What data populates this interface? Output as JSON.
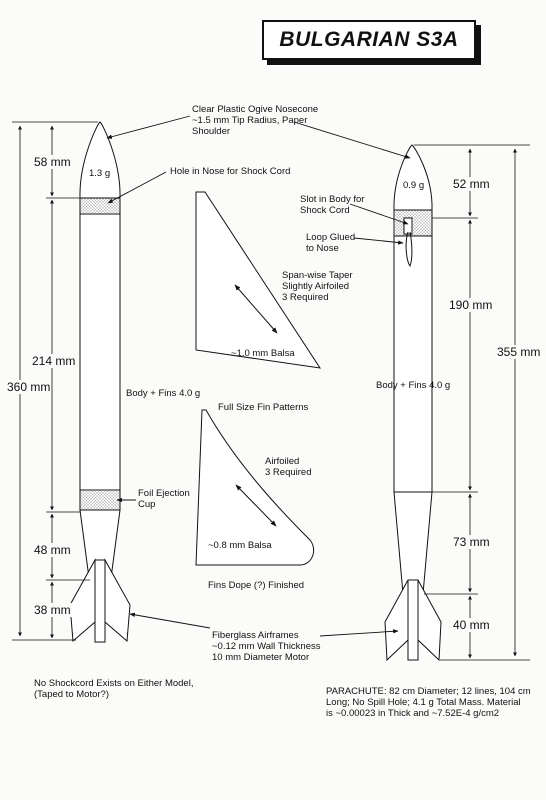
{
  "title": "BULGARIAN S3A",
  "callouts": {
    "nosecone_line1": "Clear Plastic Ogive Nosecone",
    "nosecone_line2": "~1.5 mm Tip Radius, Paper",
    "nosecone_line3": "Shoulder",
    "hole_in_nose": "Hole in Nose for Shock Cord",
    "slot_line1": "Slot in Body for",
    "slot_line2": "Shock Cord",
    "loop_line1": "Loop Glued",
    "loop_line2": "to Nose",
    "foil_line1": "Foil Ejection",
    "foil_line2": "Cup",
    "airframes_line1": "Fiberglass Airframes",
    "airframes_line2": "~0.12 mm Wall Thickness",
    "airframes_line3": "10 mm Diameter Motor"
  },
  "left_rocket": {
    "nose_mass": "1.3 g",
    "body_mass": "Body + Fins 4.0 g",
    "dims": {
      "nose": "58 mm",
      "body": "214 mm",
      "total": "360 mm",
      "boattail": "48 mm",
      "fins": "38 mm"
    }
  },
  "right_rocket": {
    "nose_mass": "0.9 g",
    "body_mass": "Body + Fins 4.0 g",
    "dims": {
      "nose": "52 mm",
      "body": "190 mm",
      "total": "355 mm",
      "boattail": "73 mm",
      "fins": "40 mm"
    }
  },
  "fin_top": {
    "taper_line1": "Span-wise Taper",
    "taper_line2": "Slightly Airfoiled",
    "taper_line3": "3 Required",
    "material": "~1.0 mm Balsa",
    "caption": "Full Size Fin Patterns"
  },
  "fin_bottom": {
    "line1": "Airfoiled",
    "line2": "3 Required",
    "material": "~0.8 mm Balsa",
    "caption": "Fins Dope (?) Finished"
  },
  "notes": {
    "shockcord_line1": "No Shockcord Exists on Either Model,",
    "shockcord_line2": "(Taped to Motor?)",
    "parachute_label": "PARACHUTE:",
    "parachute_line1": "82 cm Diameter; 12 lines, 104 cm",
    "parachute_line2": "Long; No Spill Hole; 4.1 g Total Mass. Material",
    "parachute_line3": "is ~0.00023 in Thick and ~7.52E-4 g/cm2"
  },
  "colors": {
    "ink": "#111111",
    "paper": "#fbfbf9",
    "stipple": "#b8b8b8"
  }
}
